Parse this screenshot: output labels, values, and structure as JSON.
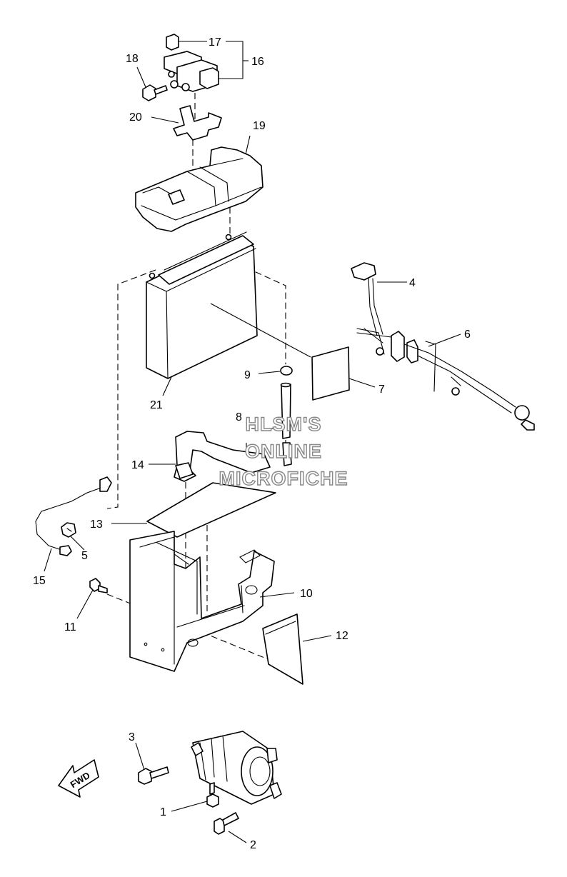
{
  "watermark": {
    "line1": "HLSM'S",
    "line2": "ONLINE",
    "line3": "MICROFICHE"
  },
  "direction_arrow": {
    "label": "FWD",
    "icon": "forward-arrow-icon"
  },
  "callouts": {
    "c1": "1",
    "c2": "2",
    "c3": "3",
    "c4": "4",
    "c5": "5",
    "c6": "6",
    "c7": "7",
    "c8": "8",
    "c9": "9",
    "c10": "10",
    "c11": "11",
    "c12": "12",
    "c13": "13",
    "c14": "14",
    "c15": "15",
    "c16": "16",
    "c17": "17",
    "c18": "18",
    "c19": "19",
    "c20": "20",
    "c21": "21"
  }
}
